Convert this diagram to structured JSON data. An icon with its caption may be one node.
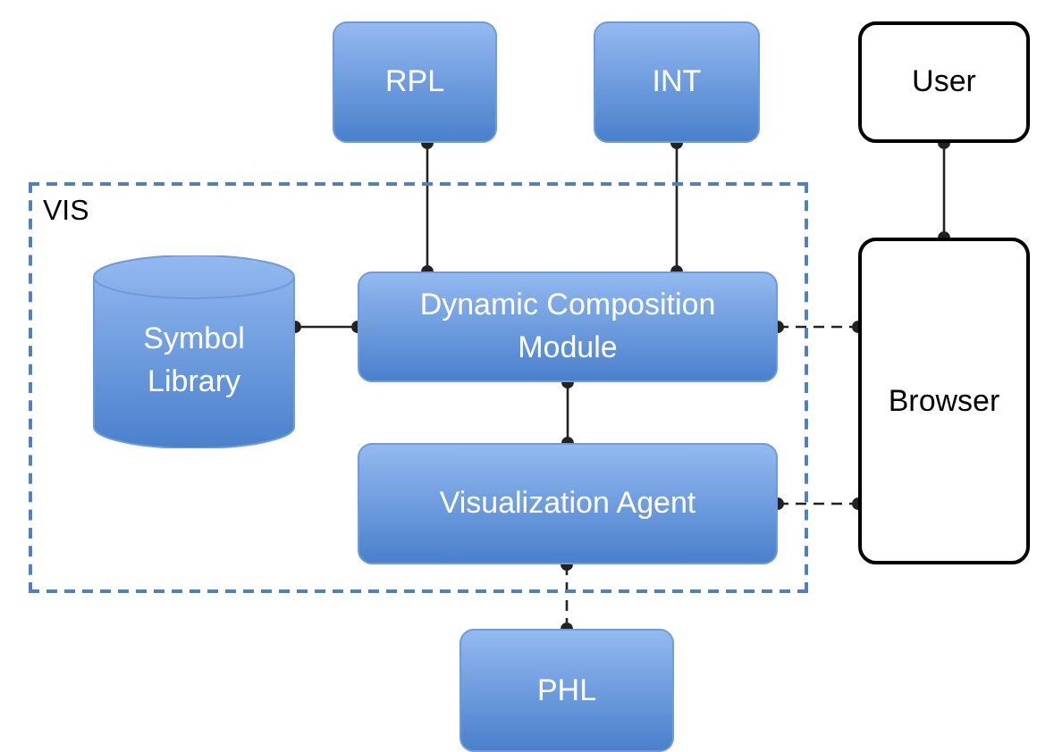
{
  "diagram": {
    "nodes": [
      {
        "text": [
          "RPL"
        ]
      },
      {
        "text": [
          "INT"
        ]
      },
      {
        "text": [
          "User"
        ]
      },
      {
        "text": [
          "VIS"
        ]
      },
      {
        "text": [
          "Symbol Library"
        ],
        "in": 3
      },
      {
        "text": [
          "Dynamic Composition Module"
        ],
        "in": 3
      },
      {
        "text": [
          "Visualization Agent"
        ],
        "in": 3
      },
      {
        "text": [
          "Browser"
        ]
      },
      {
        "text": [
          "PHL"
        ]
      }
    ],
    "edges": [
      {
        "from": 0,
        "to": 5,
        "arrow": "other"
      },
      {
        "from": 1,
        "to": 5,
        "arrow": "other"
      },
      {
        "from": 2,
        "to": 7,
        "arrow": "other"
      },
      {
        "from": 4,
        "to": 5,
        "arrow": "other"
      },
      {
        "from": 5,
        "to": 7,
        "arrow": "other",
        "style": "dashed"
      },
      {
        "from": 5,
        "to": 6,
        "arrow": "other"
      },
      {
        "from": 6,
        "to": 7,
        "arrow": "other",
        "style": "dashed"
      },
      {
        "from": 6,
        "to": 8,
        "arrow": "other",
        "style": "dashed"
      }
    ]
  }
}
